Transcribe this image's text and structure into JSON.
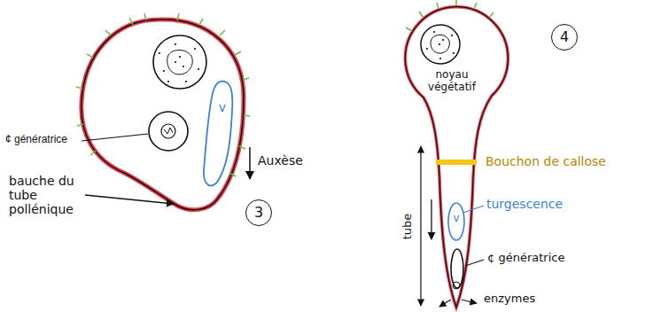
{
  "diagram": {
    "nodes": [
      {
        "text": [
          "v"
        ]
      },
      {
        "text": [
          "3"
        ]
      },
      {
        "text": [
          "4"
        ]
      },
      {
        "text": [
          "v"
        ]
      }
    ],
    "labels": [
      "¢ génératrice",
      "Auxèse",
      "bauche du tube pollénique",
      "noyau végétatif",
      "Bouchon de callose",
      "turgescence",
      "¢ génératrice",
      "enzymes",
      "tube"
    ]
  }
}
